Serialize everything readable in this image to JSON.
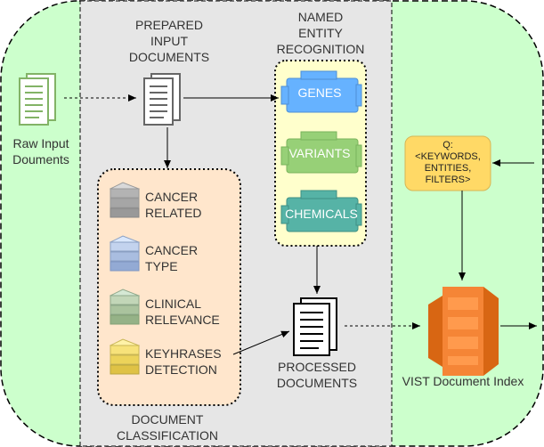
{
  "colors": {
    "outer_fill": "#ccffcc",
    "center_panel": "#e6e6e6",
    "classification_fill": "#ffe6cc",
    "ner_fill": "#ffffcc",
    "genes": "#66b2ff",
    "variants": "#97d077",
    "chemicals": "#56b3a6",
    "query_fill": "#ffd966",
    "index_orange": "#f58536",
    "doc_icon_green": "#82b366",
    "doc_icon_gray": "#666666"
  },
  "raw_input": {
    "label": "Raw Input\nDouments"
  },
  "prepared": {
    "label": "PREPARED\nINPUT\nDOCUMENTS"
  },
  "ner": {
    "title": "NAMED\nENTITY\nRECOGNITION",
    "entities": [
      {
        "label": "GENES",
        "icon": "engine-icon-blue"
      },
      {
        "label": "VARIANTS",
        "icon": "engine-icon-green"
      },
      {
        "label": "CHEMICALS",
        "icon": "engine-icon-teal"
      }
    ]
  },
  "classification": {
    "title": "DOCUMENT\nCLASSIFICATION",
    "items": [
      {
        "label": "CANCER\nRELATED",
        "icon": "stack-icon-gray"
      },
      {
        "label": "CANCER\nTYPE",
        "icon": "stack-icon-blue"
      },
      {
        "label": "CLINICAL\nRELEVANCE",
        "icon": "stack-icon-green"
      },
      {
        "label": "KEYHRASES\nDETECTION",
        "icon": "stack-icon-yellow"
      }
    ]
  },
  "processed": {
    "label": "PROCESSED\nDOCUMENTS"
  },
  "query": {
    "label": "Q:\n<KEYWORDS,\nENTITIES,\nFILTERS>"
  },
  "index": {
    "label": "VIST Document Index",
    "icon": "elasticsearch-index-icon"
  }
}
